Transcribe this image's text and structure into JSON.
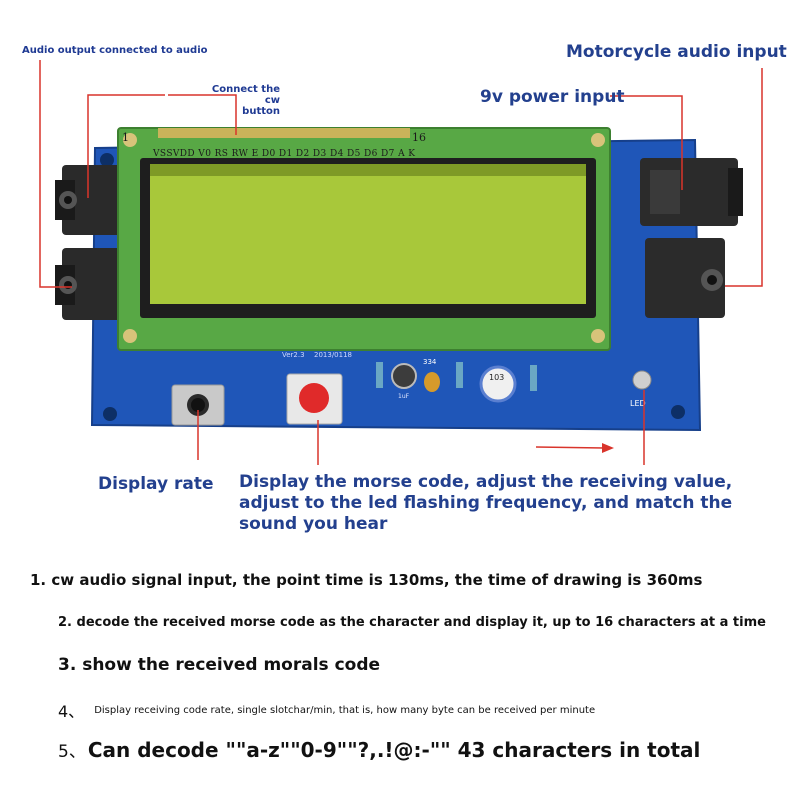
{
  "labels": {
    "audio_output": "Audio output connected to audio",
    "cw_button": [
      "Connect the cw",
      "button"
    ],
    "motorcycle": "Motorcycle audio input",
    "power": "9v power input",
    "display_rate": "Display rate",
    "morse_desc": [
      "Display the morse code, adjust the receiving value,",
      "adjust to the led flashing frequency, and match the",
      "sound you hear"
    ]
  },
  "board": {
    "pin_labels": "VSSVDD V0 RS RW E D0 D1 D2 D3 D4 D5 D6 D7 A K",
    "pin_start": "1",
    "pin_end": "16",
    "version": "Ver2.3",
    "date": "2013/0118",
    "cap_mark": "334",
    "pot_mark": "103",
    "cap2_mark": "1uF",
    "led_mark": "LED"
  },
  "features": [
    "1. cw audio signal input, the point time is 130ms, the time of drawing is 360ms",
    "2. decode the received morse code as the character and display it, up to 16 characters at a time",
    "3. show the received morals code",
    "Display receiving code rate, single slotchar/min, that is, how many byte can be received per minute",
    "Can decode \"\"a-z\"\"0-9\"\"?,.!@:-\"\" 43 characters in total"
  ],
  "feature_prefixes": [
    "4、",
    "5、"
  ],
  "colors": {
    "pcb": "#1f56b8",
    "lcd_frame": "#58a845",
    "lcd_screen": "#a8c83a",
    "callout_line": "#d9342b",
    "button_red": "#e02a2a"
  }
}
